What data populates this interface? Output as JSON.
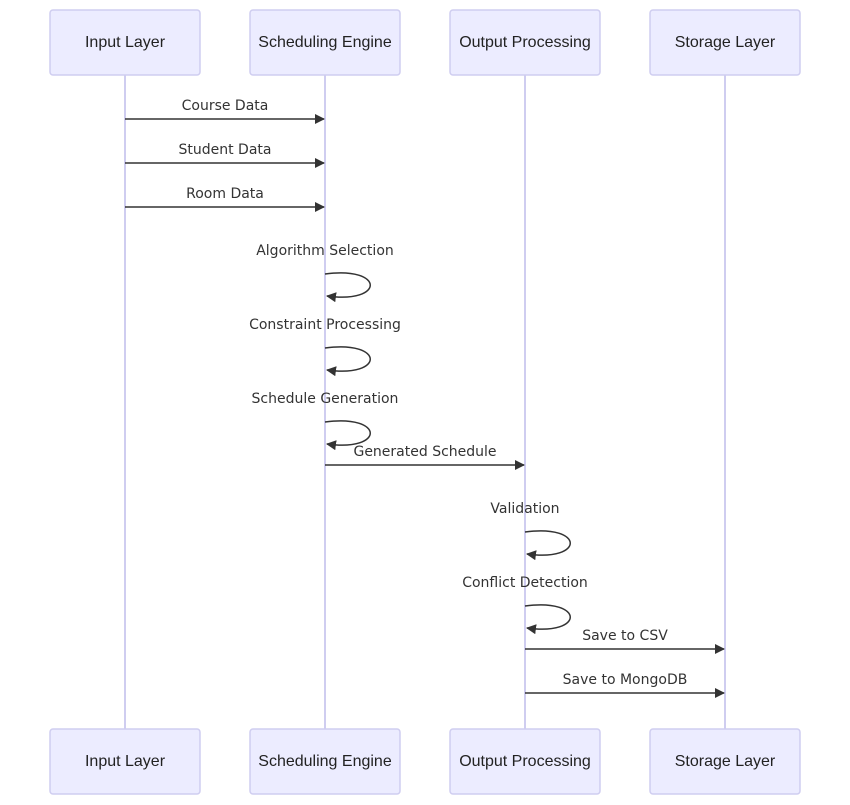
{
  "participants": [
    {
      "id": "input",
      "label": "Input Layer"
    },
    {
      "id": "engine",
      "label": "Scheduling Engine"
    },
    {
      "id": "output",
      "label": "Output Processing"
    },
    {
      "id": "storage",
      "label": "Storage Layer"
    }
  ],
  "messages": [
    {
      "from": "input",
      "to": "engine",
      "label": "Course Data"
    },
    {
      "from": "input",
      "to": "engine",
      "label": "Student Data"
    },
    {
      "from": "input",
      "to": "engine",
      "label": "Room Data"
    },
    {
      "from": "engine",
      "to": "engine",
      "label": "Algorithm Selection"
    },
    {
      "from": "engine",
      "to": "engine",
      "label": "Constraint Processing"
    },
    {
      "from": "engine",
      "to": "engine",
      "label": "Schedule Generation"
    },
    {
      "from": "engine",
      "to": "output",
      "label": "Generated Schedule"
    },
    {
      "from": "output",
      "to": "output",
      "label": "Validation"
    },
    {
      "from": "output",
      "to": "output",
      "label": "Conflict Detection"
    },
    {
      "from": "output",
      "to": "storage",
      "label": "Save to CSV"
    },
    {
      "from": "output",
      "to": "storage",
      "label": "Save to MongoDB"
    }
  ],
  "colors": {
    "actor_fill": "#ececff",
    "actor_stroke": "#cfcdf0",
    "lifeline": "#cfcdf0",
    "message": "#333333"
  }
}
